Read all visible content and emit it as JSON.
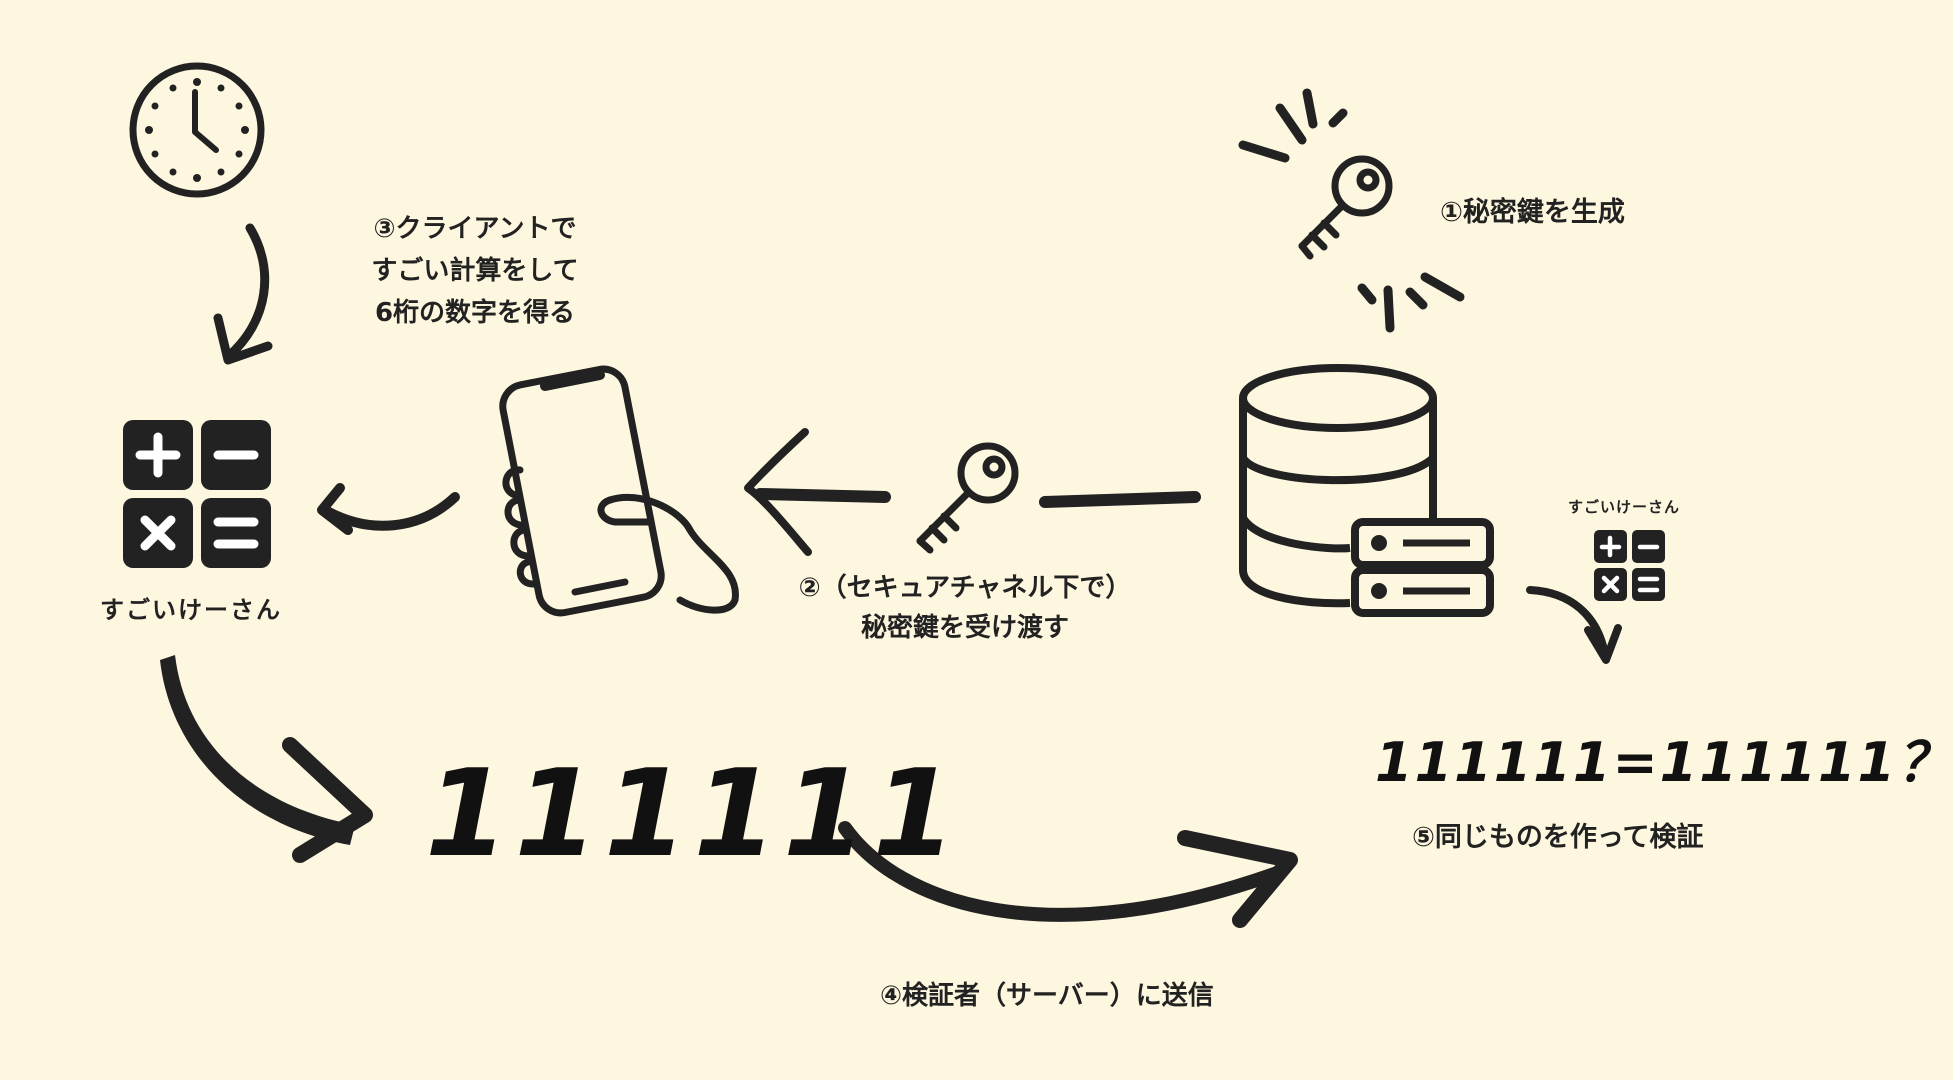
{
  "colors": {
    "background": "#FEF7DF",
    "ink": "#222222"
  },
  "icons": {
    "clock": "clock-icon",
    "calculator": "calculator-icon",
    "smartphone": "smartphone-in-hand-icon",
    "key": "key-icon",
    "database": "database-server-icon"
  },
  "labels": {
    "step1": "①秘密鍵を生成",
    "step2": [
      "②（セキュアチャネル下で）",
      "秘密鍵を受け渡す"
    ],
    "step3": [
      "③クライアントで",
      "すごい計算をして",
      "6桁の数字を得る"
    ],
    "step4": "④検証者（サーバー）に送信",
    "step5": "⑤同じものを作って検証",
    "calc_name": "すごいけーさん",
    "calc_name_small": "すごいけーさん",
    "otp": "111111",
    "compare": "111111=111111？"
  }
}
